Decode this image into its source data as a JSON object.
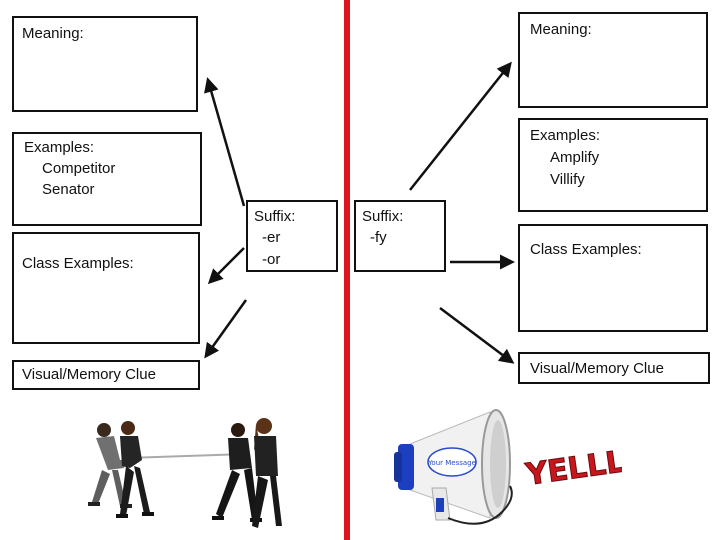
{
  "left": {
    "meaning_label": "Meaning:",
    "examples_label": "Examples:",
    "examples": [
      "Competitor",
      "Senator"
    ],
    "class_examples_label": "Class Examples:",
    "visual_label": "Visual/Memory Clue",
    "suffix_label": "Suffix:",
    "suffixes": [
      "-er",
      "-or"
    ]
  },
  "right": {
    "meaning_label": "Meaning:",
    "examples_label": "Examples:",
    "examples": [
      "Amplify",
      "Villify"
    ],
    "class_examples_label": "Class Examples:",
    "visual_label": "Visual/Memory Clue",
    "suffix_label": "Suffix:",
    "suffixes": [
      "-fy"
    ]
  },
  "images": {
    "left_image": "tug-of-war-people",
    "right_image": "megaphone-yell",
    "right_image_text": "YELLL!!",
    "megaphone_text": "Your Message"
  },
  "colors": {
    "divider": "#e0141e",
    "border": "#111111"
  }
}
